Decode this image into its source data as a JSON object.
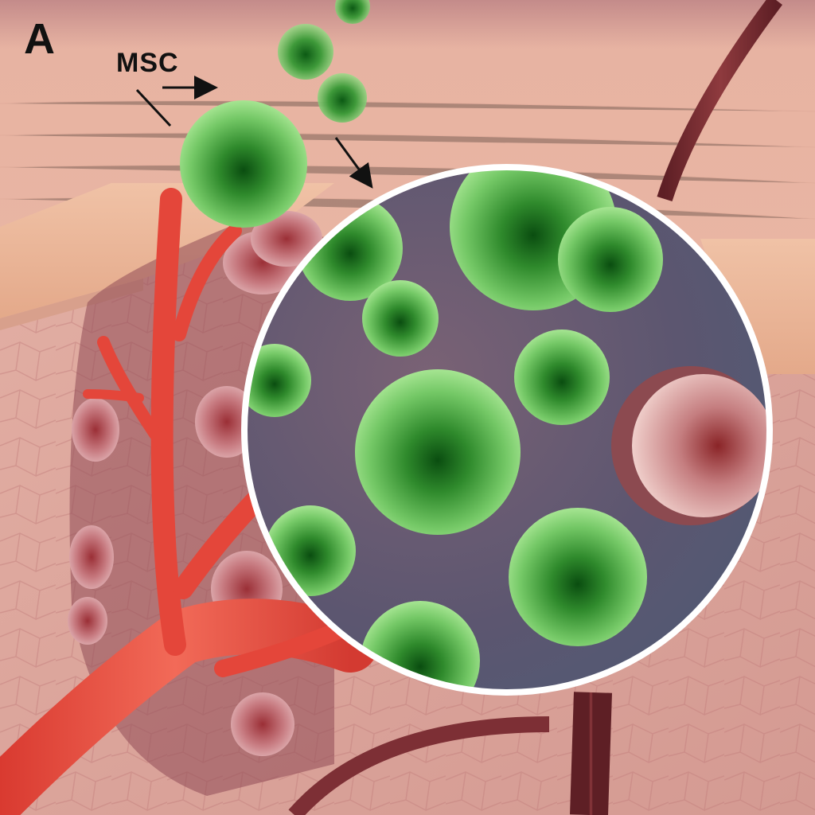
{
  "figure": {
    "panel_label": "A",
    "annotations": {
      "msc_label": "MSC"
    },
    "description": "Illustration of mesenchymal stem cells (MSC) migrating from blood vessels into skin tissue, with a magnified circular inset of green MSCs and a red/pink host cell",
    "colors": {
      "skin_surface": "#eab6a3",
      "skin_top_band": "#c98f8c",
      "epidermis_edge": "#f1c39d",
      "dermis": "#d9a196",
      "blood_vessel": "#e8463b",
      "dark_vessel": "#7a2b2f",
      "msc_light": "#9ee28a",
      "msc_dark": "#0b5a12",
      "inset_background": "#5d5672",
      "inset_border": "#ffffff",
      "host_cell": "#d9a2a0",
      "host_cell_core": "#8e2a2a",
      "arrow": "#111111"
    },
    "elements": {
      "floating_mscs": 4,
      "inset_mscs": 10,
      "inset_host_cells": 1,
      "arrows": 2
    }
  }
}
